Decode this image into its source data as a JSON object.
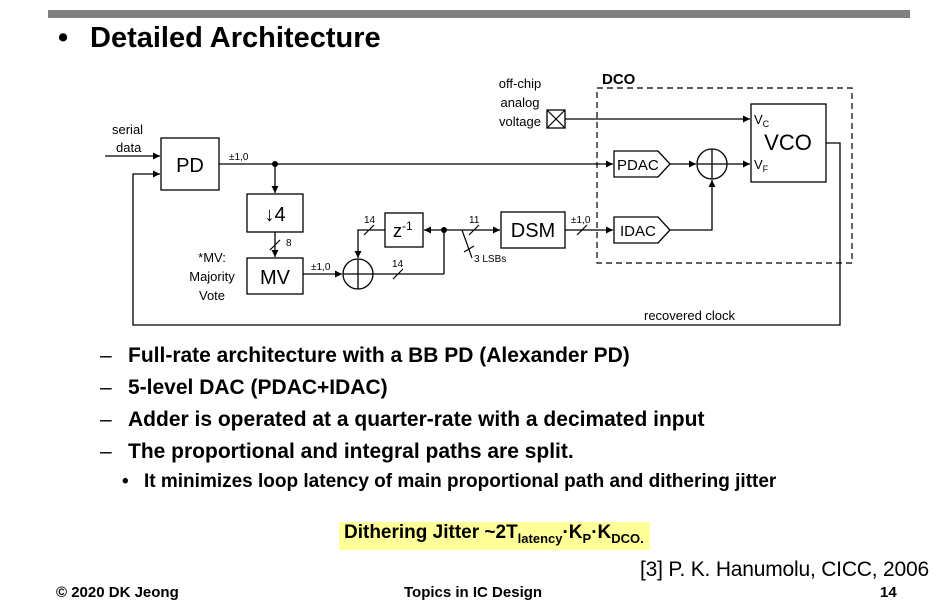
{
  "title": "Detailed Architecture",
  "bullet_symbol": "•",
  "diagram": {
    "input_label_1": "serial",
    "input_label_2": "data",
    "pd": "PD",
    "pd_out": "±1,0",
    "decimator_arrow": "↓",
    "decimator_num": "4",
    "bus_8": "8",
    "mv_note_1": "*MV:",
    "mv_note_2": "Majority",
    "mv_note_3": "Vote",
    "mv": "MV",
    "mv_out": "±1,0",
    "z_base": "z",
    "z_exp": "-1",
    "bus_14_top": "14",
    "bus_14_bottom": "14",
    "bus_11": "11",
    "lsbs": "3 LSBs",
    "dsm": "DSM",
    "dsm_out": "±1,0",
    "pdac": "PDAC",
    "idac": "IDAC",
    "dco_label": "DCO",
    "offchip_1": "off-chip",
    "offchip_2": "analog",
    "offchip_3": "voltage",
    "vco": "VCO",
    "vc_base": "V",
    "vc_sub": "C",
    "vf_base": "V",
    "vf_sub": "F",
    "recovered": "recovered clock"
  },
  "bullets": [
    "Full-rate architecture with a BB PD (Alexander PD)",
    "5-level DAC (PDAC+IDAC)",
    "Adder is operated at a quarter-rate with a decimated input",
    "The proportional and integral paths are split."
  ],
  "bullet_dash": "–",
  "subbullet": "It  minimizes loop latency of main proportional path and dithering jitter",
  "formula": {
    "prefix": "Dithering Jitter ~2T",
    "sub1": "latency",
    "mid1": "·K",
    "sub2": "P",
    "mid2": "·K",
    "sub3": "DCO."
  },
  "reference": "[3] P. K. Hanumolu, CICC, 2006",
  "footer": {
    "left": "© 2020 DK Jeong",
    "center": "Topics in IC Design",
    "page": "14"
  }
}
